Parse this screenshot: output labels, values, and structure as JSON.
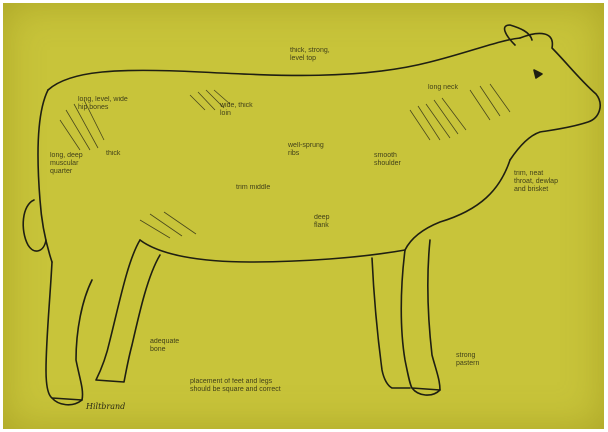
{
  "colors": {
    "paper": "#c8c43a",
    "ink": "#1f1f12"
  },
  "labels": {
    "topline": [
      "thick, strong,",
      "level top"
    ],
    "loin_long": [
      "long, level, wide",
      "hip bones"
    ],
    "loin_wide": [
      "wide, thick",
      "loin"
    ],
    "spring": [
      "well-sprung",
      "ribs"
    ],
    "rump": [
      "thick",
      "long, deep",
      "muscular",
      "quarter"
    ],
    "forerib": [
      "long neck"
    ],
    "shoulder": [
      "smooth",
      "shoulder"
    ],
    "brisket": [
      "trim, neat",
      "throat, dewlap",
      "and brisket"
    ],
    "barrel": [
      "trim middle"
    ],
    "flank": [
      "deep",
      "flank"
    ],
    "hock": [
      "adequate",
      "bone"
    ],
    "pastern": [
      "strong",
      "pastern"
    ],
    "feet": [
      "placement of feet and legs",
      "should be square and correct"
    ]
  },
  "signature": "Hiltbrand"
}
